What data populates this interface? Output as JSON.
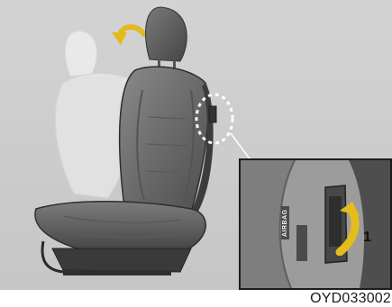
{
  "figure": {
    "callout_number": "1",
    "figure_code": "OYD033002",
    "airbag_label": "AIRBAG"
  },
  "illustration": {
    "subject": "car-seat-recline-adjustment",
    "icons": [
      "seat-icon",
      "headrest-icon",
      "recline-arrow-icon",
      "zoom-circle-icon",
      "lever-arrow-icon"
    ],
    "colors": {
      "background": "#cbcbcb",
      "seat": "#6e6e6e",
      "ghost_seat": "#e6e6e6",
      "arrow": "#e8c22a",
      "inset_border": "#1c1c1c"
    }
  }
}
